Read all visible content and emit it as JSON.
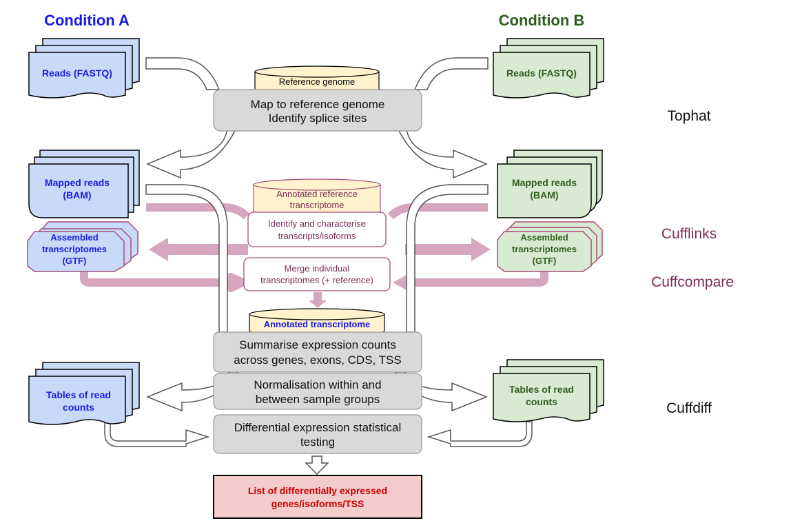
{
  "conditions": {
    "a": "Condition A",
    "b": "Condition B"
  },
  "tools": {
    "tophat": "Tophat",
    "cufflinks": "Cufflinks",
    "cuffcompare": "Cuffcompare",
    "cuffdiff": "Cuffdiff"
  },
  "left_inputs": {
    "reads": [
      "Reads (FASTQ)"
    ],
    "mapped": [
      "Mapped reads",
      "(BAM)"
    ],
    "assembled": [
      "Assembled",
      "transcriptomes",
      "(GTF)"
    ],
    "tables": [
      "Tables of read",
      "counts"
    ]
  },
  "right_inputs": {
    "reads": [
      "Reads (FASTQ)"
    ],
    "mapped": [
      "Mapped reads",
      "(BAM)"
    ],
    "assembled": [
      "Assembled",
      "transcriptomes",
      "(GTF)"
    ],
    "tables": [
      "Tables of read",
      "counts"
    ]
  },
  "databases": {
    "reference_genome": [
      "Reference genome"
    ],
    "annotated_reference": [
      "Annotated reference",
      "transcriptome"
    ],
    "annotated_transcriptome": [
      "Annotated transcriptome"
    ]
  },
  "steps": {
    "map": [
      "Map to reference genome",
      "Identify splice sites"
    ],
    "identify": [
      "Identify and characterise",
      "transcripts/isoforms"
    ],
    "merge": [
      "Merge individual",
      "transcriptomes (+ reference)"
    ],
    "summarise": [
      "Summarise expression counts",
      "across genes, exons, CDS, TSS"
    ],
    "normalise": [
      "Normalisation within and",
      "between sample groups"
    ],
    "differential": [
      "Differential expression statistical",
      "testing"
    ]
  },
  "result": [
    "List of differentially expressed",
    "genes/isoforms/TSS"
  ],
  "colors": {
    "condition_a": "#1a1ae6",
    "condition_b": "#2e5e1e",
    "cufflinks": "#7b2e57",
    "result_text": "#cc0000",
    "blue_fill": "#c9daf8",
    "green_fill": "#d9ead3",
    "db_fill": "#fff2cc",
    "pink_arrow": "#d5a6bd",
    "step_fill": "#d9d9d9"
  }
}
